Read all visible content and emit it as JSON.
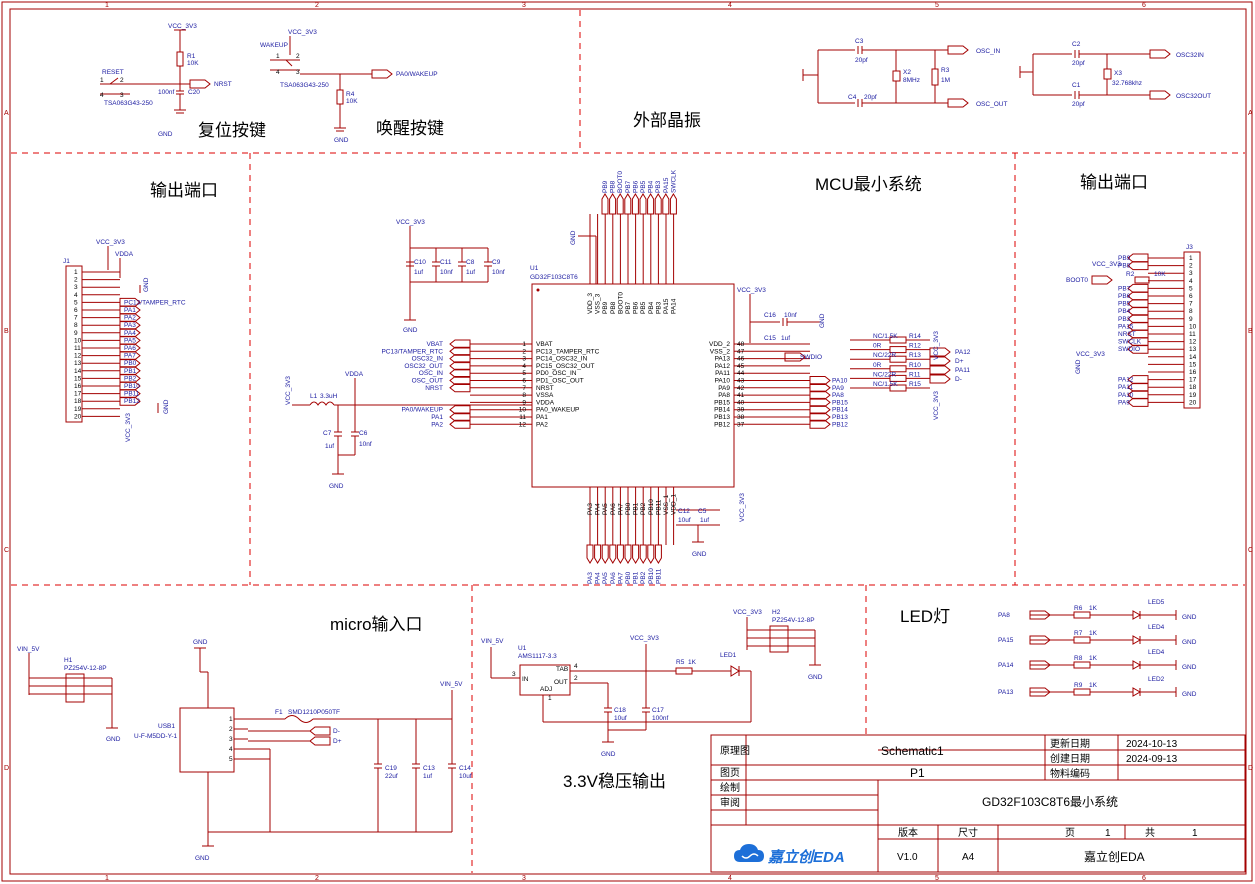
{
  "sections": {
    "reset": "复位按键",
    "wakeup": "唤醒按键",
    "crystal": "外部晶振",
    "out_left": "输出端口",
    "mcu": "MCU最小系统",
    "out_right": "输出端口",
    "micro": "micro输入口",
    "ldo": "3.3V稳压输出",
    "led": "LED灯"
  },
  "grid": {
    "cols": [
      "1",
      "2",
      "3",
      "4",
      "5",
      "6"
    ],
    "rows": [
      "A",
      "B",
      "C",
      "D"
    ]
  },
  "reset": {
    "vcc": "VCC_3V3",
    "r1": "R1",
    "r1v": "10K",
    "label": "RESET",
    "part": "TSA063G43-250",
    "cap": "C20",
    "capv": "100nf",
    "net": "NRST",
    "gnd": "GND",
    "pins": [
      "1",
      "2",
      "3",
      "4"
    ]
  },
  "wakeup": {
    "vcc": "VCC_3V3",
    "label": "WAKEUP",
    "part": "TSA063G43-250",
    "r4": "R4",
    "r4v": "10K",
    "net": "PA0/WAKEUP",
    "gnd": "GND",
    "pins": [
      "1",
      "2",
      "3",
      "4"
    ]
  },
  "crystal": {
    "c3": "C3",
    "c3v": "20pf",
    "c4": "C4",
    "c4v": "20pf",
    "x2": "X2",
    "x2v": "8MHz",
    "r3": "R3",
    "r3v": "1M",
    "osc_in": "OSC_IN",
    "osc_out": "OSC_OUT",
    "c2": "C2",
    "c2v": "20pf",
    "c1": "C1",
    "c1v": "20pf",
    "x3": "X3",
    "x3v": "32.768khz",
    "osc32in": "OSC32IN",
    "osc32out": "OSC32OUT"
  },
  "j1": {
    "ref": "J1",
    "vcc": "VCC_3V3",
    "vdda": "VDDA",
    "gnd": "GND",
    "vcc2": "VCC_3V3",
    "pins": [
      "1",
      "2",
      "3",
      "4",
      "5",
      "6",
      "7",
      "8",
      "9",
      "10",
      "11",
      "12",
      "13",
      "14",
      "15",
      "16",
      "17",
      "18",
      "19",
      "20"
    ],
    "nets": [
      "",
      "",
      "",
      "",
      "PC13/TAMPER_RTC",
      "PA1",
      "PA2",
      "PA3",
      "PA4",
      "PA5",
      "PA6",
      "PA7",
      "PB0",
      "PB1",
      "PB2",
      "PB10",
      "PB11",
      "PB12",
      "",
      ""
    ]
  },
  "j3": {
    "ref": "J3",
    "vcc": "VCC_3V3",
    "boot0": "BOOT0",
    "r2": "R2",
    "r2v": "10K",
    "vcc2": "VCC_3V3",
    "gnd": "GND",
    "pins": [
      "1",
      "2",
      "3",
      "4",
      "5",
      "6",
      "7",
      "8",
      "9",
      "10",
      "11",
      "12",
      "13",
      "14",
      "15",
      "16",
      "17",
      "18",
      "19",
      "20"
    ],
    "nets": [
      "PB9",
      "PB8",
      "",
      "",
      "PB7",
      "PB6",
      "PB5",
      "PB4",
      "PB3",
      "PA15",
      "NRST",
      "SWCLK",
      "SWDIO",
      "",
      "",
      "",
      "PA12",
      "PA11",
      "PA10",
      "PA9"
    ]
  },
  "mcu": {
    "ref": "U1",
    "part": "GD32F103C8T6",
    "vcc": "VCC_3V3",
    "gnd": "GND",
    "decoup": [
      {
        "ref": "C10",
        "val": "1uf"
      },
      {
        "ref": "C11",
        "val": "10nf"
      },
      {
        "ref": "C8",
        "val": "1uf"
      },
      {
        "ref": "C9",
        "val": "10nf"
      }
    ],
    "left_pins": [
      {
        "num": "1",
        "name": "VBAT",
        "net": "VBAT"
      },
      {
        "num": "2",
        "name": "PC13_TAMPER_RTC",
        "net": "PC13/TAMPER_RTC"
      },
      {
        "num": "3",
        "name": "PC14_OSC32_IN",
        "net": "OSC32_IN"
      },
      {
        "num": "4",
        "name": "PC15_OSC32_OUT",
        "net": "OSC32_OUT"
      },
      {
        "num": "5",
        "name": "PD0_OSC_IN",
        "net": "OSC_IN"
      },
      {
        "num": "6",
        "name": "PD1_OSC_OUT",
        "net": "OSC_OUT"
      },
      {
        "num": "7",
        "name": "NRST",
        "net": "NRST"
      },
      {
        "num": "8",
        "name": "VSSA",
        "net": ""
      },
      {
        "num": "9",
        "name": "VDDA",
        "net": ""
      },
      {
        "num": "10",
        "name": "PA0_WAKEUP",
        "net": "PA0/WAKEUP"
      },
      {
        "num": "11",
        "name": "PA1",
        "net": "PA1"
      },
      {
        "num": "12",
        "name": "PA2",
        "net": "PA2"
      }
    ],
    "right_pins": [
      {
        "num": "48",
        "name": "VDD_2",
        "net": ""
      },
      {
        "num": "47",
        "name": "VSS_2",
        "net": ""
      },
      {
        "num": "46",
        "name": "PA13",
        "net": ""
      },
      {
        "num": "45",
        "name": "PA12",
        "net": ""
      },
      {
        "num": "44",
        "name": "PA11",
        "net": ""
      },
      {
        "num": "43",
        "name": "PA10",
        "net": "PA10"
      },
      {
        "num": "42",
        "name": "PA9",
        "net": "PA9"
      },
      {
        "num": "41",
        "name": "PA8",
        "net": "PA8"
      },
      {
        "num": "40",
        "name": "PB15",
        "net": "PB15"
      },
      {
        "num": "39",
        "name": "PB14",
        "net": "PB14"
      },
      {
        "num": "38",
        "name": "PB13",
        "net": "PB13"
      },
      {
        "num": "37",
        "name": "PB12",
        "net": "PB12"
      }
    ],
    "top_pins": [
      "VDD_3",
      "VSS_3",
      "PB9",
      "PB8",
      "BOOT0",
      "PB7",
      "PB6",
      "PB5",
      "PB4",
      "PB3",
      "PA15",
      "PA14"
    ],
    "top_nets": [
      "PB9",
      "PB8",
      "BOOT0",
      "PB7",
      "PB6",
      "PB5",
      "PB4",
      "PB3",
      "PA15",
      "SWCLK"
    ],
    "bottom_pins": [
      "PA3",
      "PA4",
      "PA5",
      "PA6",
      "PA7",
      "PB0",
      "PB1",
      "PB2",
      "PB10",
      "PB11",
      "VSS_1",
      "VDD_1"
    ],
    "bottom_nets": [
      "PA3",
      "PA4",
      "PA5",
      "PA6",
      "PA7",
      "PB0",
      "PB1",
      "PB2",
      "PB10",
      "PB11"
    ],
    "c16": "C16",
    "c16v": "10nf",
    "c15": "C15",
    "c15v": "1uf",
    "swdio": "SWDIO",
    "c12": "C12",
    "c12v": "10uf",
    "c5": "C5",
    "c5v": "1uf",
    "vcc_b": "VCC_3V3",
    "l1": "L1",
    "l1v": "3.3uH",
    "c7": "C7",
    "c7v": "1uf",
    "c6": "C6",
    "c6v": "10nf",
    "vdda": "VDDA",
    "vcc_l": "VCC_3V3",
    "res": [
      {
        "ref": "R14",
        "val": "NC/1.5K"
      },
      {
        "ref": "R12",
        "val": "0R"
      },
      {
        "ref": "R13",
        "val": "NC/22R"
      },
      {
        "ref": "R10",
        "val": "0R"
      },
      {
        "ref": "R11",
        "val": "NC/22R"
      },
      {
        "ref": "R15",
        "val": "NC/1.5K"
      }
    ],
    "res_nets": [
      "PA12",
      "D+",
      "PA11",
      "D-"
    ],
    "vcc_r": "VCC_3V3"
  },
  "micro": {
    "vin": "VIN_5V",
    "h1": "H1",
    "h1p": "PZ254V-12-8P",
    "gnd": "GND",
    "usb": "USB1",
    "usbp": "U-F-M5DD-Y-1",
    "f1": "F1",
    "f1p": "SMD1210P050TF",
    "dm": "D-",
    "dp": "D+",
    "vin2": "VIN_5V",
    "caps": [
      {
        "ref": "C19",
        "val": "22uf"
      },
      {
        "ref": "C13",
        "val": "1uf"
      },
      {
        "ref": "C14",
        "val": "10uf"
      }
    ],
    "usb_pins": [
      "1",
      "2",
      "3",
      "4",
      "5"
    ]
  },
  "ldo": {
    "vin": "VIN_5V",
    "u1": "U1",
    "u1p": "AMS1117-3.3",
    "in": "IN",
    "out": "OUT",
    "tab": "TAB",
    "adj": "ADJ",
    "vcc": "VCC_3V3",
    "r5": "R5",
    "r5v": "1K",
    "led1": "LED1",
    "c18": "C18",
    "c18v": "10uf",
    "c17": "C17",
    "c17v": "100nf",
    "gnd": "GND",
    "h2": "H2",
    "h2p": "PZ254V-12-8P",
    "vcc2": "VCC_3V3",
    "gnd2": "GND",
    "pins": [
      "1",
      "2",
      "3",
      "4"
    ]
  },
  "led": {
    "rows": [
      {
        "net": "PA8",
        "r": "R6",
        "rv": "1K",
        "led": "LED5",
        "gnd": "GND"
      },
      {
        "net": "PA15",
        "r": "R7",
        "rv": "1K",
        "led": "LED4",
        "gnd": "GND"
      },
      {
        "net": "PA14",
        "r": "R8",
        "rv": "1K",
        "led": "LED4",
        "gnd": "GND"
      },
      {
        "net": "PA13",
        "r": "R9",
        "rv": "1K",
        "led": "LED2",
        "gnd": "GND"
      }
    ]
  },
  "title_block": {
    "k1": "原理图",
    "v1": "Schematic1",
    "k2": "更新日期",
    "v2": "2024-10-13",
    "k3": "图页",
    "v3": "P1",
    "k4": "创建日期",
    "v4": "2024-09-13",
    "k5": "绘制",
    "k6": "物料编码",
    "k7": "审阅",
    "project": "GD32F103C8T6最小系统",
    "k8": "版本",
    "k9": "尺寸",
    "k10": "页",
    "v10": "1",
    "k11": "共",
    "v11": "1",
    "v8": "V1.0",
    "v9": "A4",
    "company": "嘉立创EDA",
    "logo": "嘉立创EDA"
  }
}
